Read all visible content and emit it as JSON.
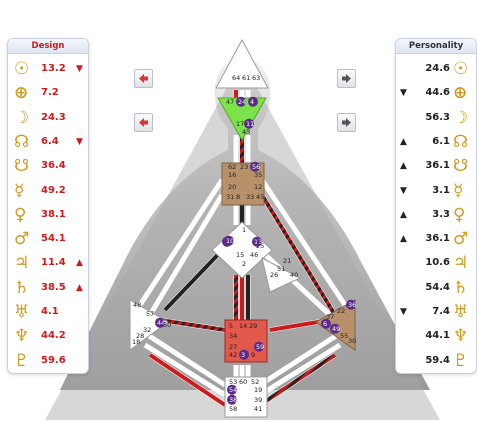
{
  "design": {
    "header": "Design",
    "rows": [
      {
        "icon": "sun-icon",
        "glyph": "☉",
        "value": "13.2",
        "arrow": "▼"
      },
      {
        "icon": "earth-icon",
        "glyph": "⊕",
        "value": "7.2",
        "arrow": ""
      },
      {
        "icon": "moon-icon",
        "glyph": "☽",
        "value": "24.3",
        "arrow": ""
      },
      {
        "icon": "north-node-icon",
        "glyph": "☊",
        "value": "6.4",
        "arrow": "▼"
      },
      {
        "icon": "south-node-icon",
        "glyph": "☋",
        "value": "36.4",
        "arrow": ""
      },
      {
        "icon": "mercury-icon",
        "glyph": "☿",
        "value": "49.2",
        "arrow": ""
      },
      {
        "icon": "venus-icon",
        "glyph": "♀",
        "value": "38.1",
        "arrow": ""
      },
      {
        "icon": "mars-icon",
        "glyph": "♂",
        "value": "54.1",
        "arrow": ""
      },
      {
        "icon": "jupiter-icon",
        "glyph": "♃",
        "value": "11.4",
        "arrow": "▲"
      },
      {
        "icon": "saturn-icon",
        "glyph": "♄",
        "value": "38.5",
        "arrow": "▲"
      },
      {
        "icon": "uranus-icon",
        "glyph": "♅",
        "value": "4.1",
        "arrow": ""
      },
      {
        "icon": "neptune-icon",
        "glyph": "♆",
        "value": "44.2",
        "arrow": ""
      },
      {
        "icon": "pluto-icon",
        "glyph": "♇",
        "value": "59.6",
        "arrow": ""
      }
    ]
  },
  "personality": {
    "header": "Personality",
    "rows": [
      {
        "icon": "sun-icon",
        "glyph": "☉",
        "value": "24.6",
        "arrow": ""
      },
      {
        "icon": "earth-icon",
        "glyph": "⊕",
        "value": "44.6",
        "arrow": "▼"
      },
      {
        "icon": "moon-icon",
        "glyph": "☽",
        "value": "56.3",
        "arrow": ""
      },
      {
        "icon": "north-node-icon",
        "glyph": "☊",
        "value": "6.1",
        "arrow": "▲"
      },
      {
        "icon": "south-node-icon",
        "glyph": "☋",
        "value": "36.1",
        "arrow": "▲"
      },
      {
        "icon": "mercury-icon",
        "glyph": "☿",
        "value": "3.1",
        "arrow": "▼"
      },
      {
        "icon": "venus-icon",
        "glyph": "♀",
        "value": "3.3",
        "arrow": "▲"
      },
      {
        "icon": "mars-icon",
        "glyph": "♂",
        "value": "36.1",
        "arrow": "▲"
      },
      {
        "icon": "jupiter-icon",
        "glyph": "♃",
        "value": "10.6",
        "arrow": ""
      },
      {
        "icon": "saturn-icon",
        "glyph": "♄",
        "value": "54.4",
        "arrow": ""
      },
      {
        "icon": "uranus-icon",
        "glyph": "♅",
        "value": "7.4",
        "arrow": "▼"
      },
      {
        "icon": "neptune-icon",
        "glyph": "♆",
        "value": "44.1",
        "arrow": ""
      },
      {
        "icon": "pluto-icon",
        "glyph": "♇",
        "value": "59.4",
        "arrow": ""
      }
    ]
  },
  "nav": {
    "design_buttons": [
      "left-arrow-icon",
      "left-arrow-icon"
    ],
    "personality_buttons": [
      "right-arrow-icon",
      "right-arrow-icon"
    ]
  },
  "colors": {
    "design_red": "#cc1b1b",
    "glyph_gold": "#d29a1e",
    "head_center": "#ffffff",
    "ajna_center": "#7be24a",
    "throat_center": "#b8916b",
    "g_center": "#ffffff",
    "sacral_center": "#e2584a",
    "spleen_center": "#ffffff",
    "solar_plexus_center": "#b8916b",
    "root_center": "#ffffff",
    "gate_badge": "#5b2a8c"
  },
  "centers": {
    "head": {
      "gates": [
        "64",
        "61",
        "63"
      ]
    },
    "ajna": {
      "gates": [
        "47",
        "24",
        "4",
        "17",
        "11",
        "43"
      ]
    },
    "throat": {
      "gates": [
        "62",
        "23",
        "56",
        "16",
        "35",
        "20",
        "12",
        "31",
        "8",
        "33",
        "45"
      ]
    },
    "g": {
      "gates": [
        "7",
        "1",
        "13",
        "10",
        "25",
        "15",
        "46",
        "2"
      ]
    },
    "heart": {
      "gates": [
        "21",
        "51",
        "26",
        "40"
      ]
    },
    "spleen": {
      "gates": [
        "48",
        "57",
        "44",
        "50",
        "32",
        "28",
        "18"
      ]
    },
    "sacral": {
      "gates": [
        "5",
        "14",
        "29",
        "34",
        "27",
        "59",
        "42",
        "3",
        "9"
      ]
    },
    "solar_plexus": {
      "gates": [
        "36",
        "22",
        "37",
        "6",
        "49",
        "55",
        "30"
      ]
    },
    "root": {
      "gates": [
        "53",
        "60",
        "52",
        "54",
        "19",
        "38",
        "39",
        "58",
        "41"
      ]
    }
  }
}
